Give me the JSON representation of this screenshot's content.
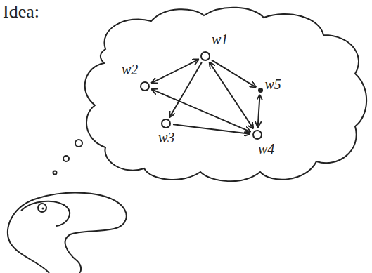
{
  "diagram": {
    "nodes": [
      {
        "text": [
          "w1"
        ]
      },
      {
        "text": [
          "w2"
        ]
      },
      {
        "text": [
          "w5"
        ]
      },
      {
        "text": [
          "w3"
        ]
      },
      {
        "text": [
          "w4"
        ]
      }
    ],
    "edges": [
      {
        "from": 1,
        "to": 0,
        "arrow": "both"
      },
      {
        "from": 0,
        "to": 2,
        "arrow": "to"
      },
      {
        "from": 0,
        "to": 3,
        "arrow": "to"
      },
      {
        "from": 1,
        "to": 4,
        "arrow": "both"
      },
      {
        "from": 0,
        "to": 4,
        "arrow": "both"
      },
      {
        "from": 2,
        "to": 4,
        "arrow": "both"
      },
      {
        "from": 3,
        "to": 4,
        "arrow": "to"
      }
    ],
    "labels": [
      "Idea:"
    ]
  }
}
